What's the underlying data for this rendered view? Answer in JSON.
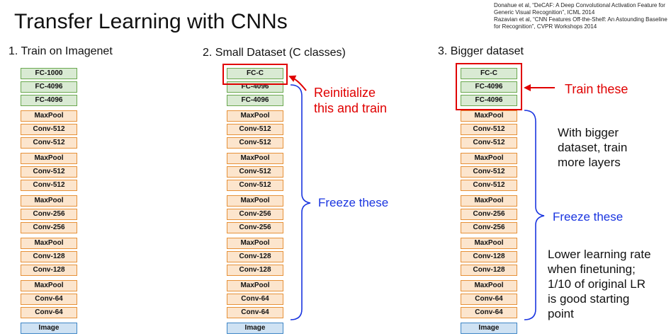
{
  "title": "Transfer Learning with CNNs",
  "references": "Donahue et al, “DeCAF: A Deep Convolutional Activation Feature for Generic Visual Recognition”, ICML 2014\nRazavian et al, “CNN Features Off-the-Shelf: An Astounding Baseline for Recognition”, CVPR Workshops 2014",
  "columns": [
    {
      "heading": "1. Train on Imagenet",
      "layers": [
        {
          "label": "FC-1000",
          "kind": "fc"
        },
        {
          "label": "FC-4096",
          "kind": "fc"
        },
        {
          "label": "FC-4096",
          "kind": "fc"
        },
        {
          "label": "MaxPool",
          "kind": "conv"
        },
        {
          "label": "Conv-512",
          "kind": "conv"
        },
        {
          "label": "Conv-512",
          "kind": "conv"
        },
        {
          "label": "MaxPool",
          "kind": "conv"
        },
        {
          "label": "Conv-512",
          "kind": "conv"
        },
        {
          "label": "Conv-512",
          "kind": "conv"
        },
        {
          "label": "MaxPool",
          "kind": "conv"
        },
        {
          "label": "Conv-256",
          "kind": "conv"
        },
        {
          "label": "Conv-256",
          "kind": "conv"
        },
        {
          "label": "MaxPool",
          "kind": "conv"
        },
        {
          "label": "Conv-128",
          "kind": "conv"
        },
        {
          "label": "Conv-128",
          "kind": "conv"
        },
        {
          "label": "MaxPool",
          "kind": "conv"
        },
        {
          "label": "Conv-64",
          "kind": "conv"
        },
        {
          "label": "Conv-64",
          "kind": "conv"
        },
        {
          "label": "Image",
          "kind": "img"
        }
      ]
    },
    {
      "heading": "2. Small Dataset (C classes)",
      "layers": [
        {
          "label": "FC-C",
          "kind": "fc"
        },
        {
          "label": "FC-4096",
          "kind": "fc"
        },
        {
          "label": "FC-4096",
          "kind": "fc"
        },
        {
          "label": "MaxPool",
          "kind": "conv"
        },
        {
          "label": "Conv-512",
          "kind": "conv"
        },
        {
          "label": "Conv-512",
          "kind": "conv"
        },
        {
          "label": "MaxPool",
          "kind": "conv"
        },
        {
          "label": "Conv-512",
          "kind": "conv"
        },
        {
          "label": "Conv-512",
          "kind": "conv"
        },
        {
          "label": "MaxPool",
          "kind": "conv"
        },
        {
          "label": "Conv-256",
          "kind": "conv"
        },
        {
          "label": "Conv-256",
          "kind": "conv"
        },
        {
          "label": "MaxPool",
          "kind": "conv"
        },
        {
          "label": "Conv-128",
          "kind": "conv"
        },
        {
          "label": "Conv-128",
          "kind": "conv"
        },
        {
          "label": "MaxPool",
          "kind": "conv"
        },
        {
          "label": "Conv-64",
          "kind": "conv"
        },
        {
          "label": "Conv-64",
          "kind": "conv"
        },
        {
          "label": "Image",
          "kind": "img"
        }
      ],
      "reinit_label": "Reinitialize\nthis and train",
      "freeze_label": "Freeze these"
    },
    {
      "heading": "3. Bigger dataset",
      "layers": [
        {
          "label": "FC-C",
          "kind": "fc"
        },
        {
          "label": "FC-4096",
          "kind": "fc"
        },
        {
          "label": "FC-4096",
          "kind": "fc"
        },
        {
          "label": "MaxPool",
          "kind": "conv"
        },
        {
          "label": "Conv-512",
          "kind": "conv"
        },
        {
          "label": "Conv-512",
          "kind": "conv"
        },
        {
          "label": "MaxPool",
          "kind": "conv"
        },
        {
          "label": "Conv-512",
          "kind": "conv"
        },
        {
          "label": "Conv-512",
          "kind": "conv"
        },
        {
          "label": "MaxPool",
          "kind": "conv"
        },
        {
          "label": "Conv-256",
          "kind": "conv"
        },
        {
          "label": "Conv-256",
          "kind": "conv"
        },
        {
          "label": "MaxPool",
          "kind": "conv"
        },
        {
          "label": "Conv-128",
          "kind": "conv"
        },
        {
          "label": "Conv-128",
          "kind": "conv"
        },
        {
          "label": "MaxPool",
          "kind": "conv"
        },
        {
          "label": "Conv-64",
          "kind": "conv"
        },
        {
          "label": "Conv-64",
          "kind": "conv"
        },
        {
          "label": "Image",
          "kind": "img"
        }
      ],
      "train_label": "Train these",
      "train_more_label": "With bigger\ndataset, train\nmore layers",
      "freeze_label": "Freeze these",
      "lr_note": "Lower learning rate\nwhen finetuning;\n1/10 of original LR\nis good starting\npoint"
    }
  ],
  "colors": {
    "fc_fill": "#d9ead3",
    "fc_border": "#6aa84f",
    "conv_fill": "#fce5cd",
    "conv_border": "#e69138",
    "image_fill": "#cfe2f3",
    "image_border": "#3d85c6",
    "highlight": "#e00000",
    "freeze": "#1a35e0"
  }
}
